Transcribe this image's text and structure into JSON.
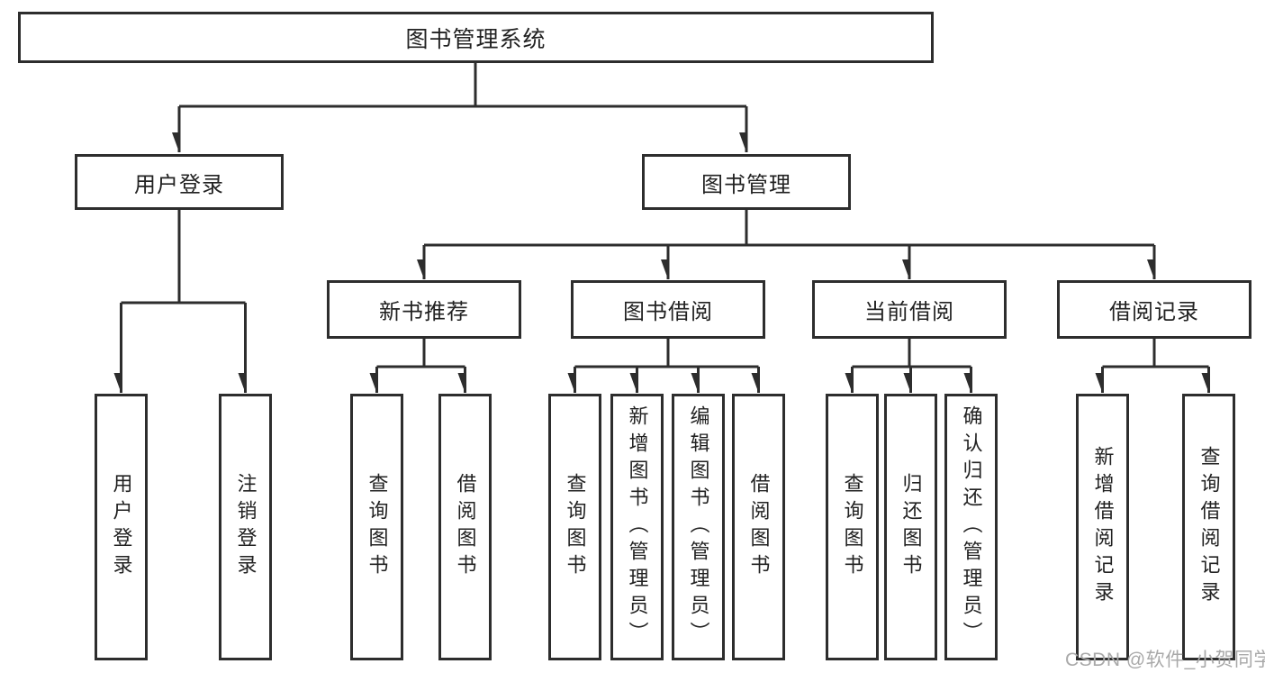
{
  "colors": {
    "line": "#2d2d2d",
    "ink": "#222222",
    "background": "#ffffff",
    "watermark": "#a9a9a9"
  },
  "nodes": {
    "root": {
      "label": "图书管理系统"
    },
    "user_login": {
      "label": "用户登录",
      "children": [
        {
          "label": "用户登录"
        },
        {
          "label": "注销登录"
        }
      ]
    },
    "book_management": {
      "label": "图书管理"
    },
    "new_book_recommend": {
      "label": "新书推荐",
      "children": [
        {
          "label": "查询图书"
        },
        {
          "label": "借阅图书"
        }
      ]
    },
    "book_borrowing": {
      "label": "图书借阅",
      "children": [
        {
          "label": "查询图书"
        },
        {
          "label": "新增图书（管理员）"
        },
        {
          "label": "编辑图书（管理员）"
        },
        {
          "label": "借阅图书"
        }
      ]
    },
    "current_borrowing": {
      "label": "当前借阅",
      "children": [
        {
          "label": "查询图书"
        },
        {
          "label": "归还图书"
        },
        {
          "label": "确认归还（管理员）"
        }
      ]
    },
    "borrowing_records": {
      "label": "借阅记录",
      "children": [
        {
          "label": "新增借阅记录"
        },
        {
          "label": "查询借阅记录"
        }
      ]
    }
  },
  "watermark": {
    "text": "CSDN @软件_小贺同学"
  }
}
